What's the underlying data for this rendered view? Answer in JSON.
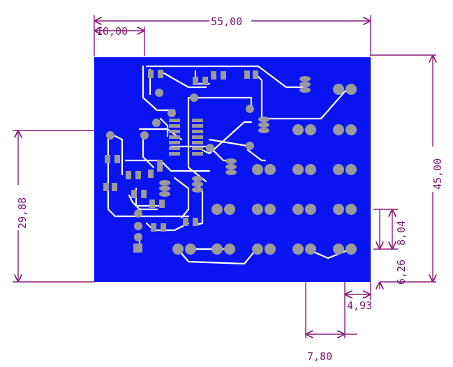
{
  "colors": {
    "dimension": "#8a1e7a",
    "board": "#0a14f0",
    "trace": "#ffffff",
    "pad": "#9a9a9a",
    "background": "#ffffff"
  },
  "dimensions": {
    "board_width": "55,00",
    "offset_left": "10,00",
    "board_height": "45,00",
    "left_height": "29,88",
    "right_small": "8,04",
    "right_bottom": "6,26",
    "bottom_right": "4,93",
    "bottom_mid": "7,80"
  }
}
